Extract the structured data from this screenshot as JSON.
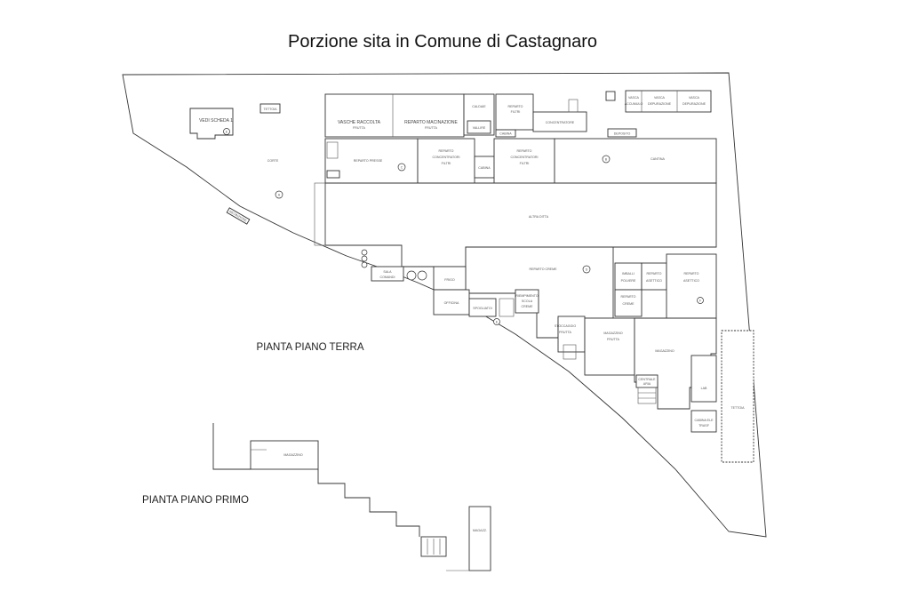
{
  "title": "Porzione sita in Comune di Castagnaro",
  "labels": {
    "ground_floor": "PIANTA PIANO TERRA",
    "first_floor": "PIANTA PIANO PRIMO"
  },
  "rooms": {
    "vedi_scheda": "VEDI SCHEDA 1",
    "tettoia_top": "TETTOIA",
    "corte": "CORTE",
    "vasche_raccolta": "VASCHE RACCOLTA",
    "vasche_raccolta_sub": "FRUTTA",
    "reparto_macinazione": "REPARTO MACINAZIONE",
    "reparto_macinazione_sub": "FRUTTA",
    "caldaie": "CALDAIE",
    "reparto_filtri_a": "REPARTO",
    "reparto_filtri_b": "FILTRI",
    "concentratore": "CONCENTRATORE",
    "vasca1_a": "VASCA",
    "vasca1_b": "ACCUMULO",
    "vasca2_a": "VASCA",
    "vasca2_b": "DEPURAZIONE",
    "vasca3_a": "VASCA",
    "vasca3_b": "DEPURAZIONE",
    "vallire": "VALLIRE",
    "cabina": "CABINA",
    "deposito": "DEPOSITO",
    "reparto_presse": "REPARTO PRESSE",
    "rep_conc_filtri_a": "REPARTO",
    "rep_conc_filtri_b": "CONCENTRATORI",
    "rep_conc_filtri_c": "FILTRI",
    "cabina2": "CABINA",
    "rep_conc_a": "REPARTO",
    "rep_conc_b": "CONCENTRATORI",
    "rep_conc_c": "FILTRI",
    "cantina": "CANTINA",
    "altra_ditta": "ALTRA DITTA",
    "recinzione": "RECINZIONE",
    "sala_comandi_a": "SALA",
    "sala_comandi_b": "COMANDI",
    "reparto_creme": "REPARTO CREME",
    "frigo": "FRIGO",
    "officina": "OFFICINA",
    "spogliatoi": "SPOGLIATOI",
    "riempimento_a": "RIEMPIMENTO",
    "riempimento_b": "SCOLA",
    "riempimento_c": "CREME",
    "stoccaggio_a": "STOCCAGGIO",
    "stoccaggio_b": "FRUTTA",
    "magazzino_frutta_a": "MAGAZZINO",
    "magazzino_frutta_b": "FRUTTA",
    "magazzino": "MAGAZZINO",
    "imballi_a": "IMBALLI",
    "imballi_b": "POLVERE",
    "rep_asettico_small_a": "REPARTO",
    "rep_asettico_small_b": "ASETTICO",
    "rep_asettico_a": "REPARTO",
    "rep_asettico_b": "ASETTICO",
    "rep_creme_small_a": "REPARTO",
    "rep_creme_small_b": "CREME",
    "centrale_a": "CENTRALE",
    "centrale_b": "ARIA",
    "lab": "LAB",
    "cabina3_a": "CABINA ELE",
    "cabina3_b": "TRASF",
    "tettoia_right": "TETTOIA",
    "magazzino_upper": "MAGAZZINO",
    "magazz_lower": "MAGAZZ."
  },
  "markers": {
    "a": "A",
    "b": "B",
    "c": "C",
    "d": "D",
    "e": "E",
    "f": "F",
    "g": "G",
    "h": "H"
  }
}
